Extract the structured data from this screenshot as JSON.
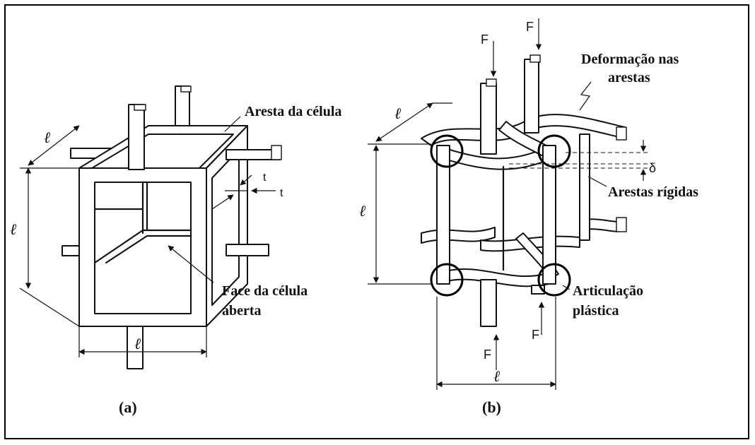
{
  "panel_a": {
    "caption": "(a)",
    "labels": {
      "cell_edge": "Aresta da célula",
      "open_face_line1": "Face da célula",
      "open_face_line2": "aberta",
      "thickness_1": "t",
      "thickness_2": "t",
      "length_top": "ℓ",
      "length_left": "ℓ",
      "length_bottom": "ℓ"
    }
  },
  "panel_b": {
    "caption": "(b)",
    "labels": {
      "edge_deformation_line1": "Deformação nas",
      "edge_deformation_line2": "arestas",
      "rigid_edges": "Arestas rígidas",
      "plastic_hinge_line1": "Articulação",
      "plastic_hinge_line2": "plástica",
      "delta": "δ",
      "force_top_left": "F",
      "force_top_right": "F",
      "force_bottom_left": "F",
      "force_bottom_right": "F",
      "length_top": "ℓ",
      "length_left": "ℓ",
      "length_bottom": "ℓ"
    }
  }
}
